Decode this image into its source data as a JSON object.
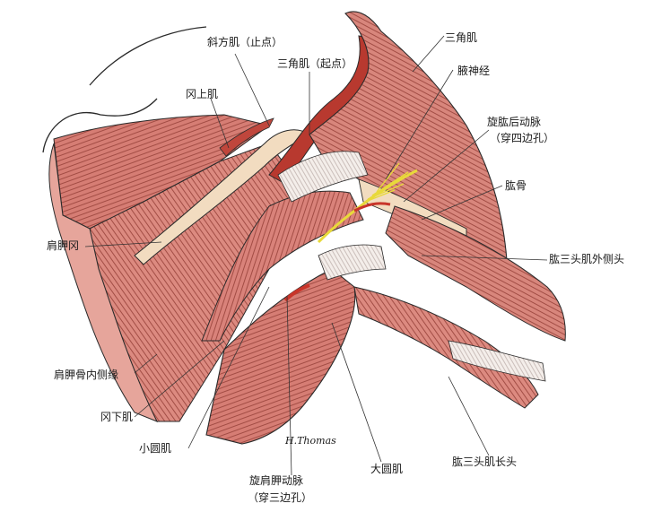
{
  "labels": {
    "trapezius_insertion": "斜方肌（止点）",
    "deltoid_origin": "三角肌（起点）",
    "supraspinatus": "冈上肌",
    "deltoid": "三角肌",
    "axillary_nerve": "腋神经",
    "posterior_circumflex_humeral_a": "旋肱后动脉",
    "posterior_circumflex_humeral_a_sub": "（穿四边孔）",
    "humerus": "肱骨",
    "triceps_lateral_head": "肱三头肌外侧头",
    "spine_of_scapula": "肩胛冈",
    "medial_border_scapula": "肩胛骨内侧缘",
    "infraspinatus": "冈下肌",
    "teres_minor": "小圆肌",
    "circumflex_scapular_a": "旋肩胛动脉",
    "circumflex_scapular_a_sub": "（穿三边孔）",
    "teres_major": "大圆肌",
    "triceps_long_head": "肱三头肌长头"
  },
  "signature": "H.Thomas",
  "colors": {
    "muscle": "#d9827a",
    "muscle_light": "#e9a59c",
    "muscle_dark": "#b65a52",
    "fiber": "#8e3b34",
    "tendon": "#f3ece8",
    "bone": "#f2dcc0",
    "nerve": "#e8d93a",
    "artery": "#c8352a",
    "outline": "#2a2a2a",
    "leader": "#333333"
  }
}
